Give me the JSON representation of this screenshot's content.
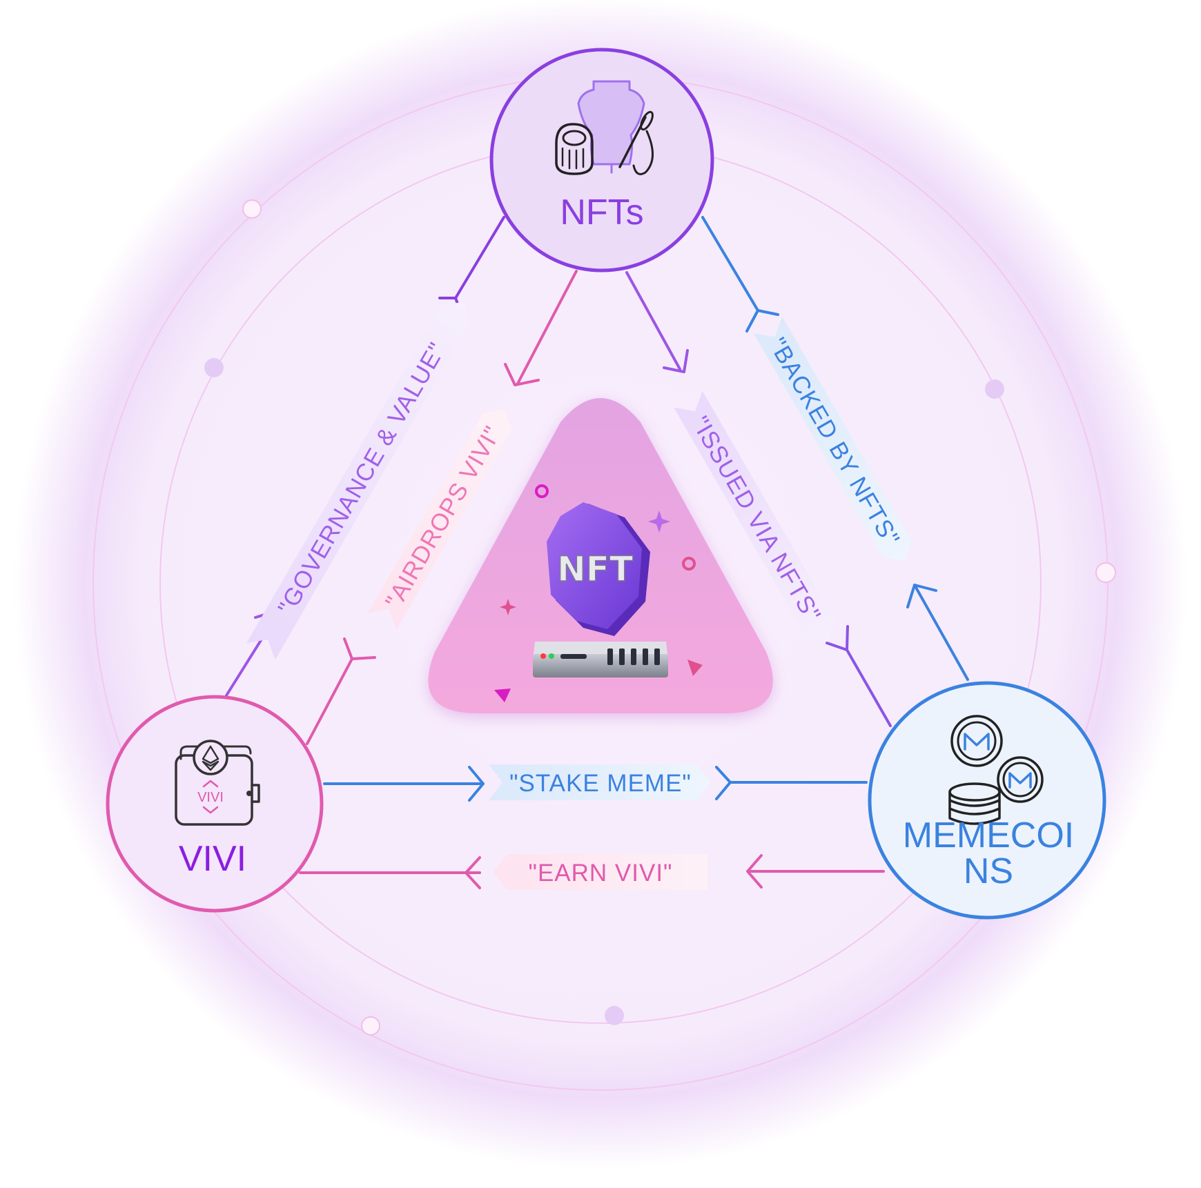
{
  "nodes": {
    "nfts": {
      "title": "NFTs",
      "icon": "fashion-mannequin-icon",
      "color": "#8a3fe0"
    },
    "vivi": {
      "title": "VIVI",
      "icon": "wallet-icon",
      "wallet_text": "VIVI",
      "color": "#e05aad"
    },
    "memecoins": {
      "title_line1": "MEMECOI",
      "title_line2": "NS",
      "icon": "coins-icon",
      "color": "#3a82e0"
    }
  },
  "flows": {
    "governance": "\"GOVERNANCE & VALUE\"",
    "airdrops": "\"AIRDROPS VIVI\"",
    "issued": "\"ISSUED VIA NFTS\"",
    "backed": "\"BACKED BY NFTS\"",
    "stake": "\"STAKE MEME\"",
    "earn": "\"EARN VIVI\""
  },
  "center": {
    "badge_text": "NFT",
    "icon": "nft-server-icon"
  },
  "colors": {
    "purple": "#8a3fe0",
    "pink": "#e05aad",
    "blue": "#3a82e0",
    "violet": "#a060e8"
  }
}
